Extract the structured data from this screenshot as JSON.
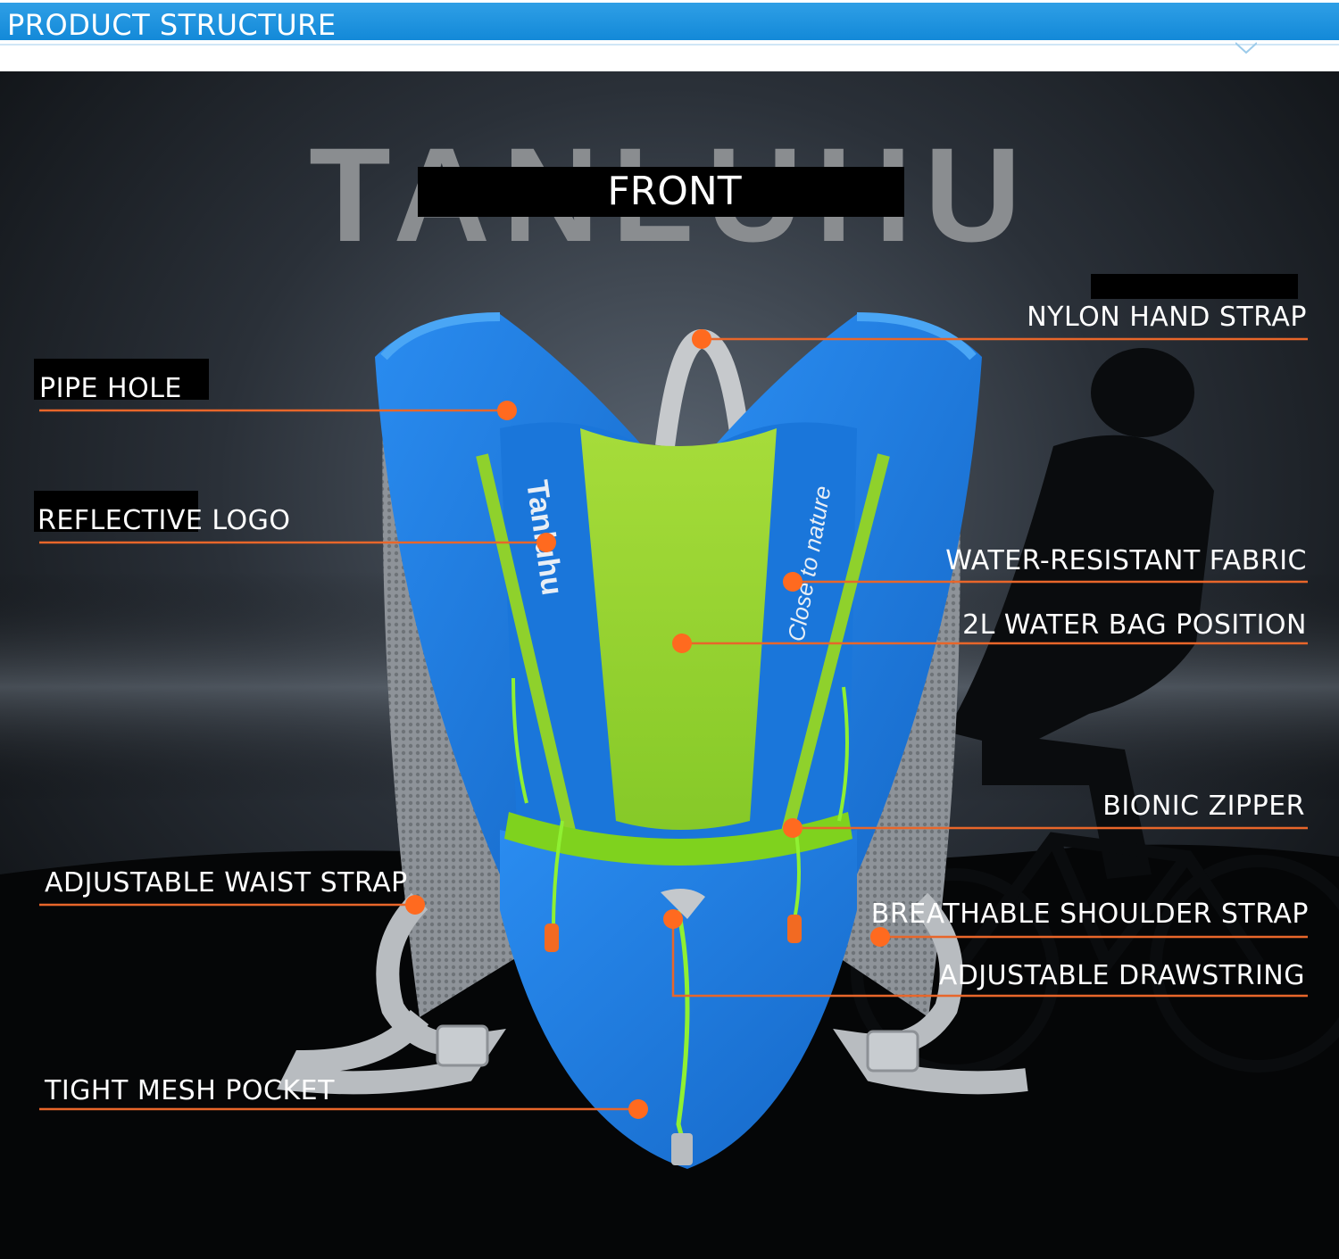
{
  "header": {
    "title": "PRODUCT STRUCTURE"
  },
  "brand": {
    "watermark": "TANLUHU",
    "view_label": "FRONT"
  },
  "product_text": {
    "front_logo": "Tanluhu",
    "slogan": "Close to nature"
  },
  "callouts_left": [
    {
      "label": "PIPE HOLE"
    },
    {
      "label": "REFLECTIVE LOGO"
    },
    {
      "label": "ADJUSTABLE WAIST STRAP"
    },
    {
      "label": "TIGHT MESH POCKET"
    }
  ],
  "callouts_right": [
    {
      "label": "NYLON HAND STRAP"
    },
    {
      "label": "WATER-RESISTANT FABRIC"
    },
    {
      "label": "2L WATER BAG POSITION"
    },
    {
      "label": "BIONIC ZIPPER"
    },
    {
      "label": "BREATHABLE SHOULDER STRAP"
    },
    {
      "label": "ADJUSTABLE DRAWSTRING"
    }
  ],
  "colors": {
    "header_blue": "#1a8fdc",
    "callout_line": "#e8662a",
    "callout_dot": "#ff6a1f",
    "pack_blue": "#1f7fe0",
    "pack_green": "#8fd12c"
  }
}
